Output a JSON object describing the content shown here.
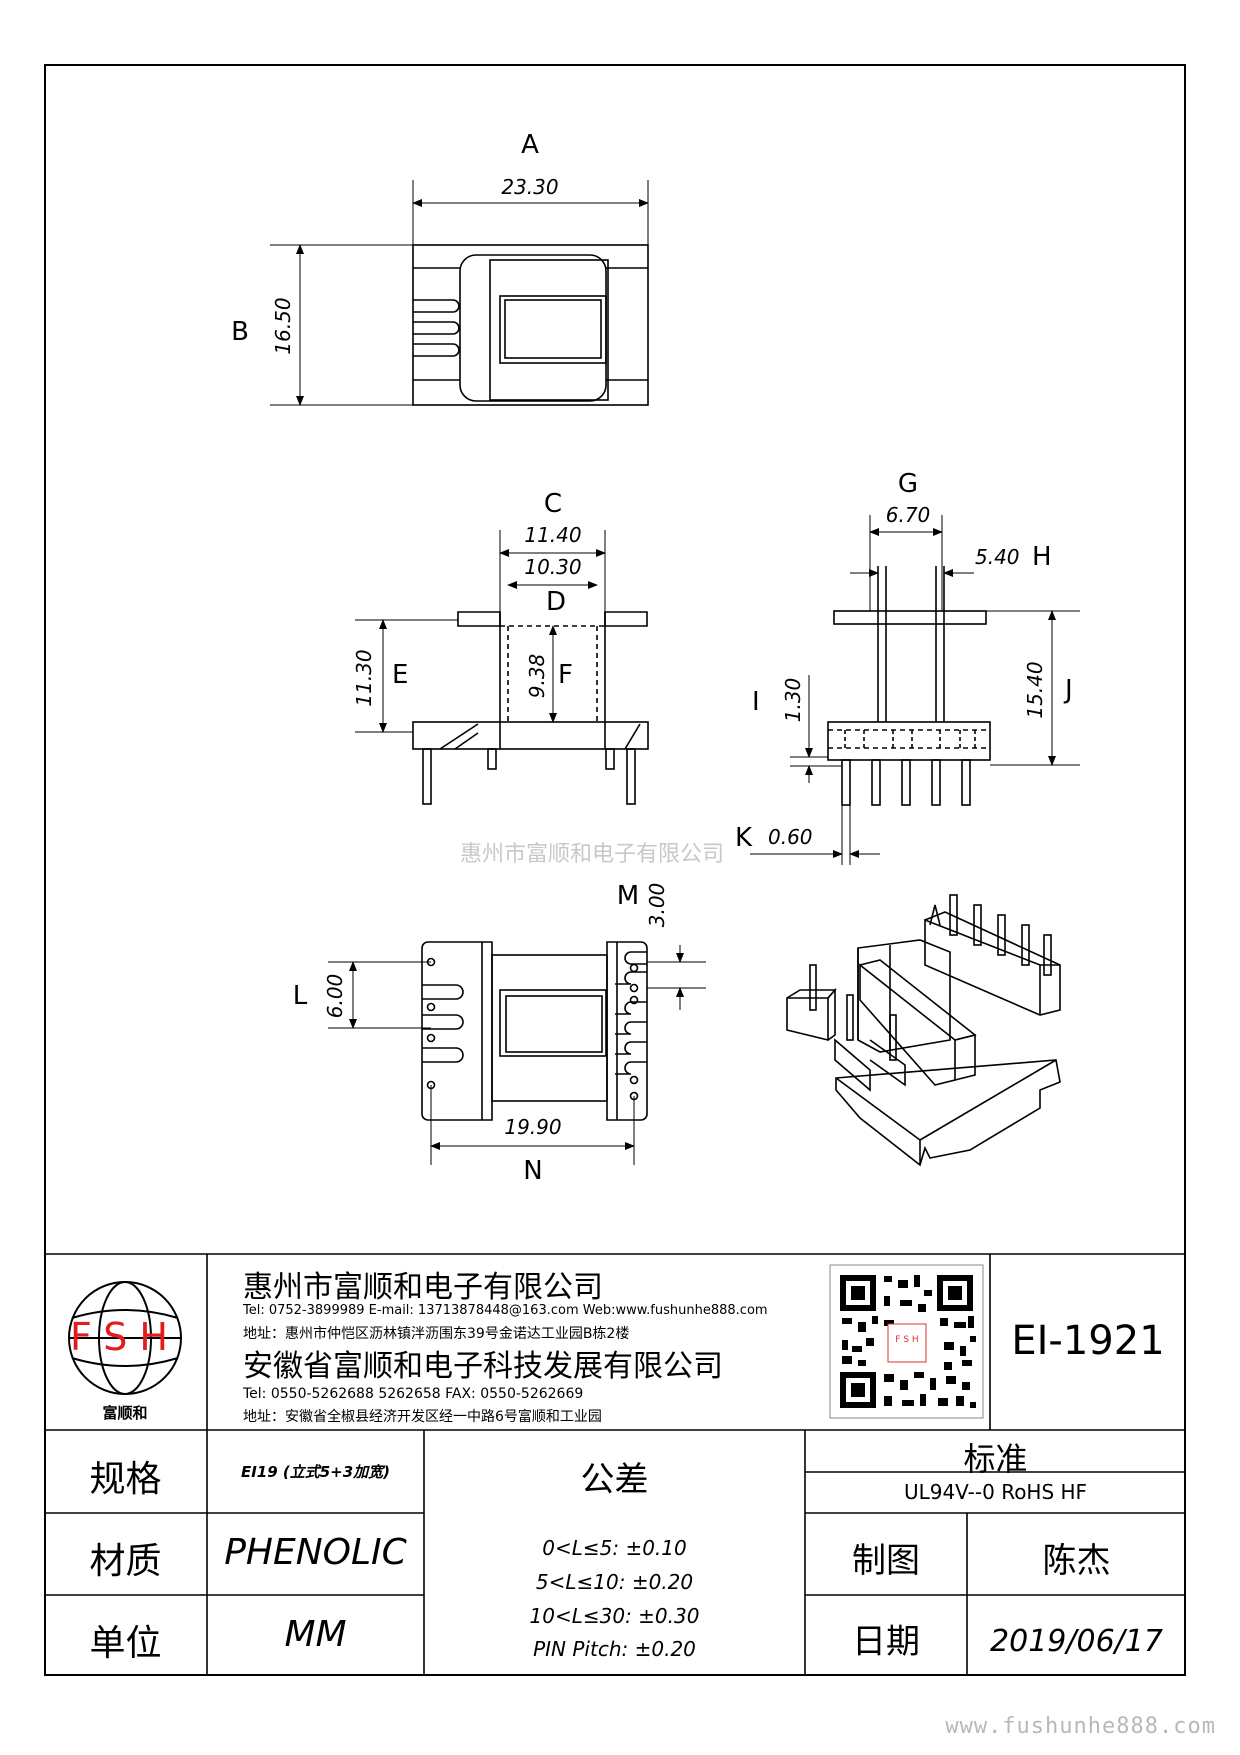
{
  "drawing": {
    "top_view": {
      "letter_width": "A",
      "dim_width": "23.30",
      "letter_height": "B",
      "dim_height": "16.50"
    },
    "front_view": {
      "letter_c": "C",
      "dim_c": "11.40",
      "dim_d": "10.30",
      "letter_d": "D",
      "letter_e": "E",
      "dim_e": "11.30",
      "dim_f": "9.38",
      "letter_f": "F"
    },
    "side_view": {
      "letter_g": "G",
      "dim_g": "6.70",
      "dim_h": "5.40",
      "letter_h": "H",
      "letter_i": "I",
      "dim_i": "1.30",
      "dim_j": "15.40",
      "letter_j": "J",
      "letter_k": "K",
      "dim_k": "0.60"
    },
    "bottom_view": {
      "letter_m": "M",
      "dim_m": "3.00",
      "letter_l": "L",
      "dim_l": "6.00",
      "dim_n": "19.90",
      "letter_n": "N"
    }
  },
  "watermark": "惠州市富顺和电子有限公司",
  "title_block": {
    "logo_letters": "FSH",
    "logo_name": "富顺和",
    "company1": "惠州市富顺和电子有限公司",
    "contact1": "Tel:  0752-3899989  E-mail: 13713878448@163.com Web:www.fushunhe888.com",
    "address1": "地址：惠州市仲恺区沥林镇泮沥围东39号金诺达工业园B栋2楼",
    "company2": "安徽省富顺和电子科技发展有限公司",
    "contact2": "Tel:   0550-5262688  5262658      FAX:  0550-5262669",
    "address2": "地址：安徽省全椒县经济开发区经一中路6号富顺和工业园",
    "part_number": "EI-1921",
    "spec_label": "规格",
    "spec_value": "EI19 (立式5+3加宽)",
    "material_label": "材质",
    "material_value": "PHENOLIC",
    "unit_label": "单位",
    "unit_value": "MM",
    "tolerance_label": "公差",
    "tolerances": [
      "0<L≤5: ±0.10",
      "5<L≤10: ±0.20",
      "10<L≤30: ±0.30",
      "PIN Pitch: ±0.20"
    ],
    "standard_label": "标准",
    "standard_value": "UL94V--0  RoHS HF",
    "drawn_label": "制图",
    "drawn_value": "陈杰",
    "date_label": "日期",
    "date_value": "2019/06/17"
  },
  "site_url": "www.fushunhe888.com"
}
